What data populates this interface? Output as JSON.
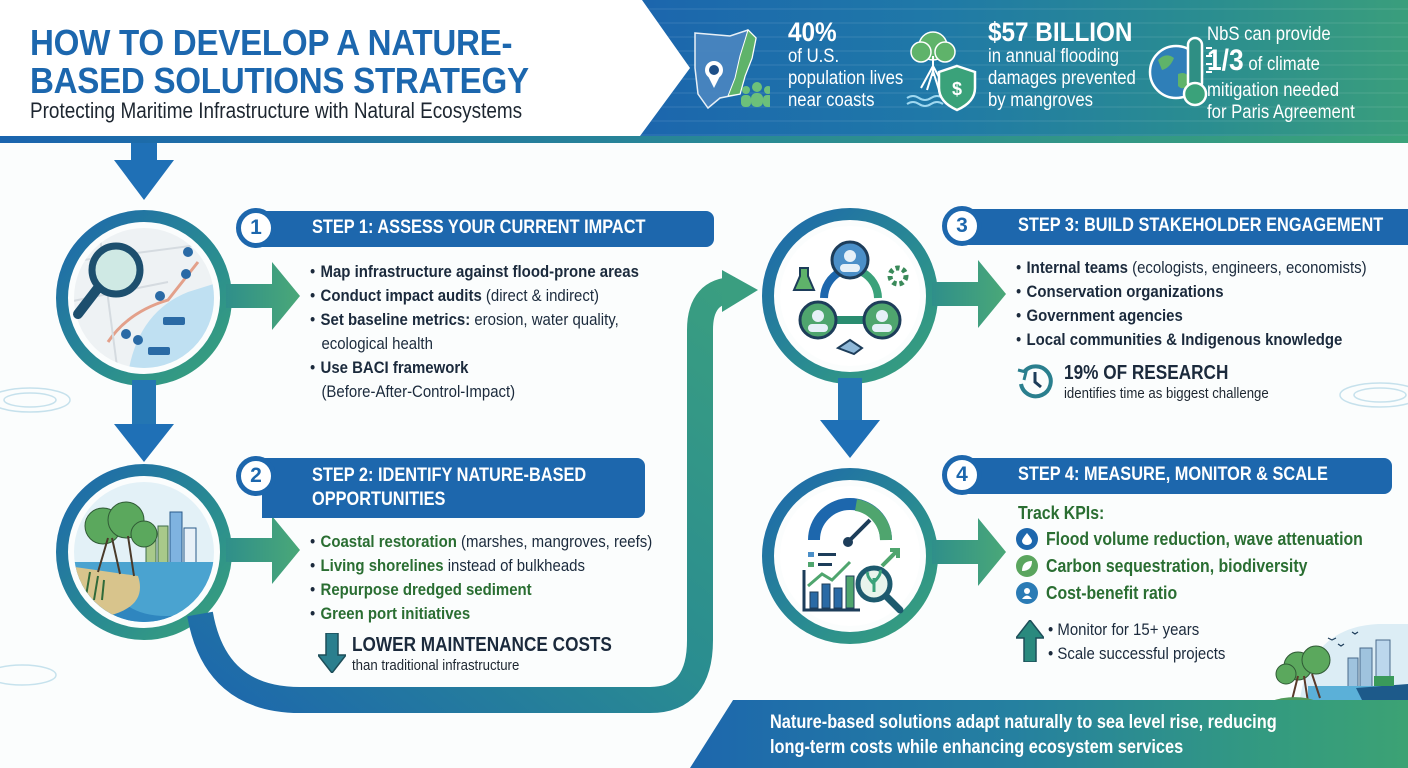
{
  "header": {
    "title_line1": "HOW TO DEVELOP A NATURE-",
    "title_line2": "BASED SOLUTIONS STRATEGY",
    "subtitle": "Protecting Maritime Infrastructure with Natural Ecosystems"
  },
  "stats": [
    {
      "icon": "us-coast-map-icon",
      "big": "40%",
      "lines": [
        "of U.S.",
        "population lives",
        "near coasts"
      ]
    },
    {
      "icon": "mangrove-shield-icon",
      "big": "$57 BILLION",
      "lines": [
        "in annual flooding",
        "damages prevented",
        "by mangroves"
      ]
    },
    {
      "icon": "globe-thermometer-icon",
      "pre": "NbS can provide",
      "big": "1/3",
      "big_suffix": " of climate",
      "lines": [
        "mitigation needed",
        "for Paris Agreement"
      ]
    }
  ],
  "steps": [
    {
      "num": "1",
      "label": "STEP 1: ASSESS YOUR CURRENT IMPACT",
      "icon": "map-magnifier-icon",
      "bullets": [
        {
          "bold": "Map infrastructure against flood-prone areas",
          "rest": ""
        },
        {
          "bold": "Conduct impact audits",
          "rest": " (direct & indirect)"
        },
        {
          "bold": "Set baseline metrics:",
          "rest": " erosion, water quality,",
          "cont": "ecological health"
        },
        {
          "bold": "Use BACI framework",
          "rest": "",
          "cont": "(Before-After-Control-Impact)"
        }
      ]
    },
    {
      "num": "2",
      "label_line1": "STEP 2: IDENTIFY NATURE-BASED",
      "label_line2": "OPPORTUNITIES",
      "icon": "mangrove-coast-city-icon",
      "bullets": [
        {
          "bold": "Coastal restoration",
          "rest": " (marshes, mangroves, reefs)"
        },
        {
          "bold": "Living shorelines",
          "rest": " instead of bulkheads"
        },
        {
          "bold": "Repurpose dredged sediment",
          "rest": ""
        },
        {
          "bold": "Green port initiatives",
          "rest": ""
        }
      ],
      "callout": {
        "icon": "arrow-down-icon",
        "head": "LOWER MAINTENANCE COSTS",
        "sub": "than traditional infrastructure"
      }
    },
    {
      "num": "3",
      "label": "STEP 3: BUILD STAKEHOLDER ENGAGEMENT",
      "icon": "stakeholder-network-icon",
      "bullets": [
        {
          "bold": "Internal teams",
          "rest": " (ecologists, engineers, economists)"
        },
        {
          "bold": "Conservation organizations",
          "rest": ""
        },
        {
          "bold": "Government agencies",
          "rest": ""
        },
        {
          "bold": "Local communities & Indigenous knowledge",
          "rest": ""
        }
      ],
      "callout": {
        "icon": "clock-history-icon",
        "head": "19% OF RESEARCH",
        "sub": "identifies time as biggest challenge"
      }
    },
    {
      "num": "4",
      "label": "STEP 4: MEASURE, MONITOR & SCALE",
      "icon": "gauge-chart-magnifier-icon",
      "kpi_title": "Track KPIs:",
      "kpis": [
        {
          "icon": "water-drop-icon",
          "color": "#1d67ad",
          "text": "Flood volume reduction, wave attenuation"
        },
        {
          "icon": "leaf-icon",
          "color": "#5aa55e",
          "text": "Carbon sequestration, biodiversity"
        },
        {
          "icon": "person-icon",
          "color": "#2a7bb5",
          "text": "Cost-benefit ratio"
        }
      ],
      "monitor_icon": "arrow-up-icon",
      "monitor": [
        "Monitor for 15+ years",
        "Scale successful projects"
      ]
    }
  ],
  "footer": {
    "line1": "Nature-based solutions adapt naturally to sea level rise, reducing",
    "line2": "long-term costs while enhancing ecosystem services"
  },
  "colors": {
    "primary_blue": "#1d67ad",
    "teal": "#2a8d90",
    "green": "#3aa27a",
    "text_green": "#2a6e32",
    "text_dark": "#16233a"
  }
}
